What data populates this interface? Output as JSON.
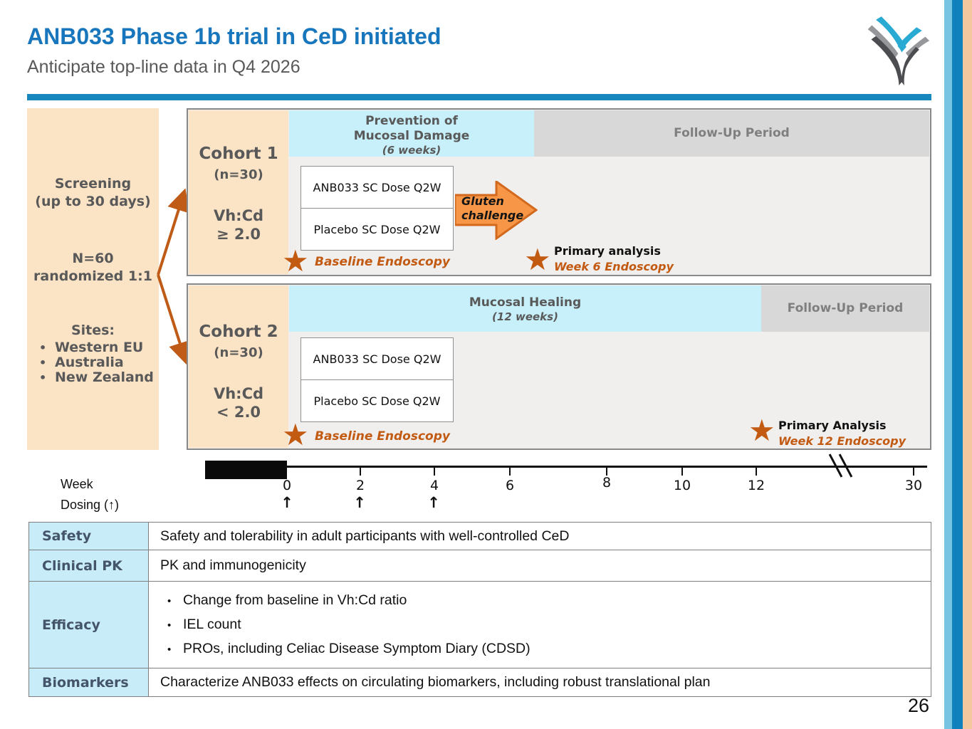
{
  "header": {
    "title": "ANB033 Phase 1b trial in CeD initiated",
    "subtitle": "Anticipate top-line data in Q4 2026"
  },
  "glyphs": {
    "star": "★",
    "bullet": "•",
    "dosing_arrow": "↑"
  },
  "colors": {
    "title_blue": "#1876BC",
    "accent_bar_blue": "#1787BE",
    "peach_box": "#FBE3C6",
    "cyan_header": "#C7F0FA",
    "gray_header": "#D8D8D8",
    "table_label_cyan": "#C9EDF8",
    "endoscopy_orange": "#C25A12",
    "gluten_arrow_orange": "#F79646"
  },
  "screening": {
    "line1": "Screening",
    "line2": "(up to 30 days)",
    "n1": "N=60",
    "n2": "randomized 1:1",
    "sites_label": "Sites:",
    "sites": [
      "Western EU",
      "Australia",
      "New Zealand"
    ]
  },
  "cohort1": {
    "name": "Cohort 1",
    "n": "(n=30)",
    "criteria1": "Vh:Cd",
    "criteria2": "≥ 2.0",
    "phase1": "Prevention of",
    "phase2": "Mucosal Damage",
    "duration": "(6 weeks)",
    "followup": "Follow-Up Period",
    "arm1": "ANB033 SC Dose Q2W",
    "arm2": "Placebo SC Dose Q2W",
    "gluten1": "Gluten",
    "gluten2": "challenge",
    "baseline": "Baseline Endoscopy",
    "primary": "Primary analysis",
    "primary_sub": "Week 6 Endoscopy"
  },
  "cohort2": {
    "name": "Cohort 2",
    "n": "(n=30)",
    "criteria1": "Vh:Cd",
    "criteria2": "< 2.0",
    "phase1": "Mucosal Healing",
    "duration": "(12 weeks)",
    "followup": "Follow-Up Period",
    "arm1": "ANB033 SC Dose Q2W",
    "arm2": "Placebo SC Dose Q2W",
    "baseline": "Baseline Endoscopy",
    "primary": "Primary Analysis",
    "primary_sub": "Week 12 Endoscopy"
  },
  "timeline": {
    "week_label": "Week",
    "dosing_label": "Dosing (↑)",
    "ticks": [
      "0",
      "2",
      "4",
      "6",
      "8",
      "10",
      "12",
      "30"
    ]
  },
  "table": {
    "rows": [
      {
        "label": "Safety",
        "content": "Safety and tolerability in adult participants with well-controlled CeD"
      },
      {
        "label": "Clinical PK",
        "content": "PK and immunogenicity"
      },
      {
        "label": "Efficacy",
        "bullets": [
          "Change from baseline in Vh:Cd ratio",
          "IEL count",
          "PROs, including Celiac Disease Symptom Diary (CDSD)"
        ]
      },
      {
        "label": "Biomarkers",
        "content": "Characterize ANB033 effects on circulating biomarkers, including robust translational plan"
      }
    ]
  },
  "page_number": "26"
}
